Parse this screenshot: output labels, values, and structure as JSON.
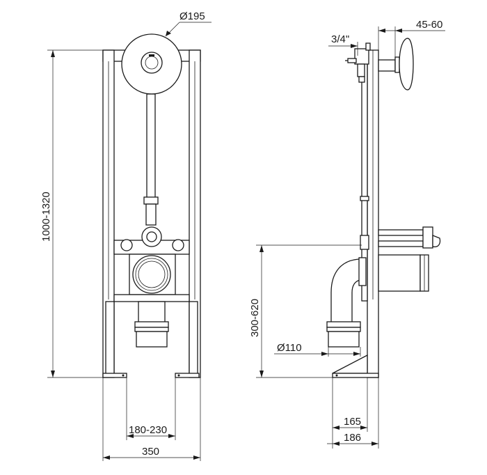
{
  "dimensions": {
    "flush_plate_diameter": "Ø195",
    "overall_height": "1000-1320",
    "foot_spacing": "180-230",
    "frame_width": "350",
    "water_inlet": "3/4\"",
    "plate_projection": "45-60",
    "outlet_height": "300-620",
    "outlet_diameter": "Ø110",
    "foot_depth": "165",
    "frame_depth": "186"
  },
  "colors": {
    "line": "#1a1a1a",
    "background": "#ffffff"
  }
}
